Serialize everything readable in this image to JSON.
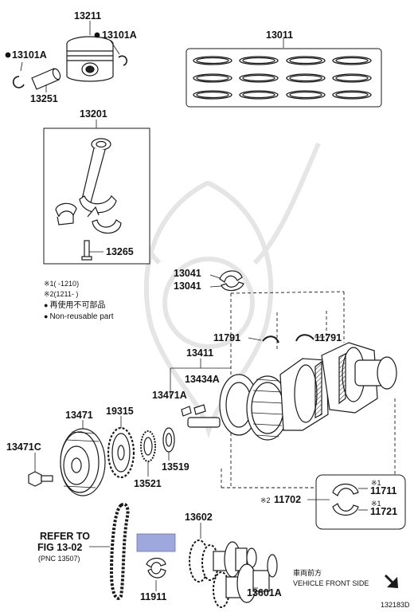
{
  "parts": {
    "p13211": "13211",
    "p13101a_r": "13101A",
    "p13101a_l": "13101A",
    "p13251": "13251",
    "p13011": "13011",
    "p13201": "13201",
    "p13265": "13265",
    "p13041_a": "13041",
    "p13041_b": "13041",
    "p11791_a": "11791",
    "p11791_b": "11791",
    "p13411": "13411",
    "p13434a": "13434A",
    "p13471a": "13471A",
    "p13471": "13471",
    "p19315": "19315",
    "p13471c": "13471C",
    "p13521": "13521",
    "p13519": "13519",
    "p11711": "11711",
    "p11721": "11721",
    "p11702": "11702",
    "p13602": "13602",
    "p11911": "11911",
    "p13601a": "13601A"
  },
  "marks": {
    "m11711": "※1",
    "m11721": "※1",
    "m11702": "※2"
  },
  "notes": {
    "range1": "※1(      -1210)",
    "range2": "※2(1211-      )",
    "nonreusable_jp": "再使用不可部品",
    "nonreusable_en": "Non-reusable part"
  },
  "refer": {
    "line1": "REFER TO",
    "line2": "FIG 13-02",
    "line3": "(PNC 13507)"
  },
  "direction": {
    "jp": "車両前方",
    "en": "VEHICLE FRONT SIDE"
  },
  "figure_code": "132183D",
  "colors": {
    "highlight": "#9fa8dc",
    "line": "#1a1a1a"
  }
}
